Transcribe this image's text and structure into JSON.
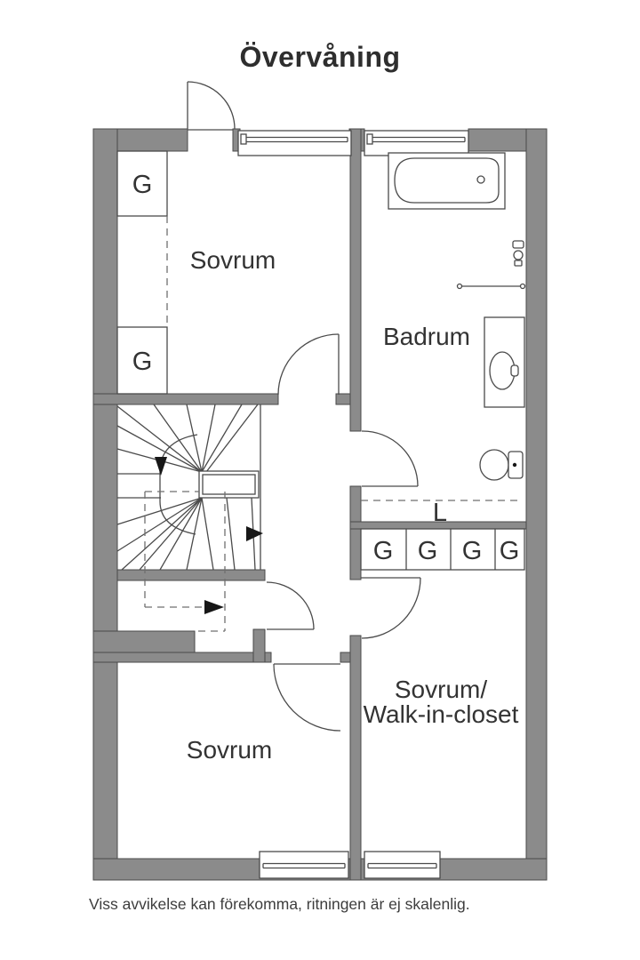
{
  "title": "Övervåning",
  "caption": "Viss avvikelse kan förekomma, ritningen är ej skalenlig.",
  "rooms": {
    "bedroom_top": "Sovrum",
    "bathroom": "Badrum",
    "walkin_line1": "Sovrum/",
    "walkin_line2": "Walk-in-closet",
    "bedroom_bottom": "Sovrum"
  },
  "closets": {
    "bedroom_top": [
      "G",
      "G"
    ],
    "hall_row": [
      "G",
      "G",
      "G",
      "G"
    ]
  },
  "hatch_label": "L",
  "fixtures": [
    "bathtub",
    "shower",
    "sink",
    "toilet",
    "staircase"
  ],
  "colors": {
    "wall": "#8b8b8b",
    "line": "#4a4a4a",
    "text": "#333333",
    "background": "#ffffff"
  }
}
